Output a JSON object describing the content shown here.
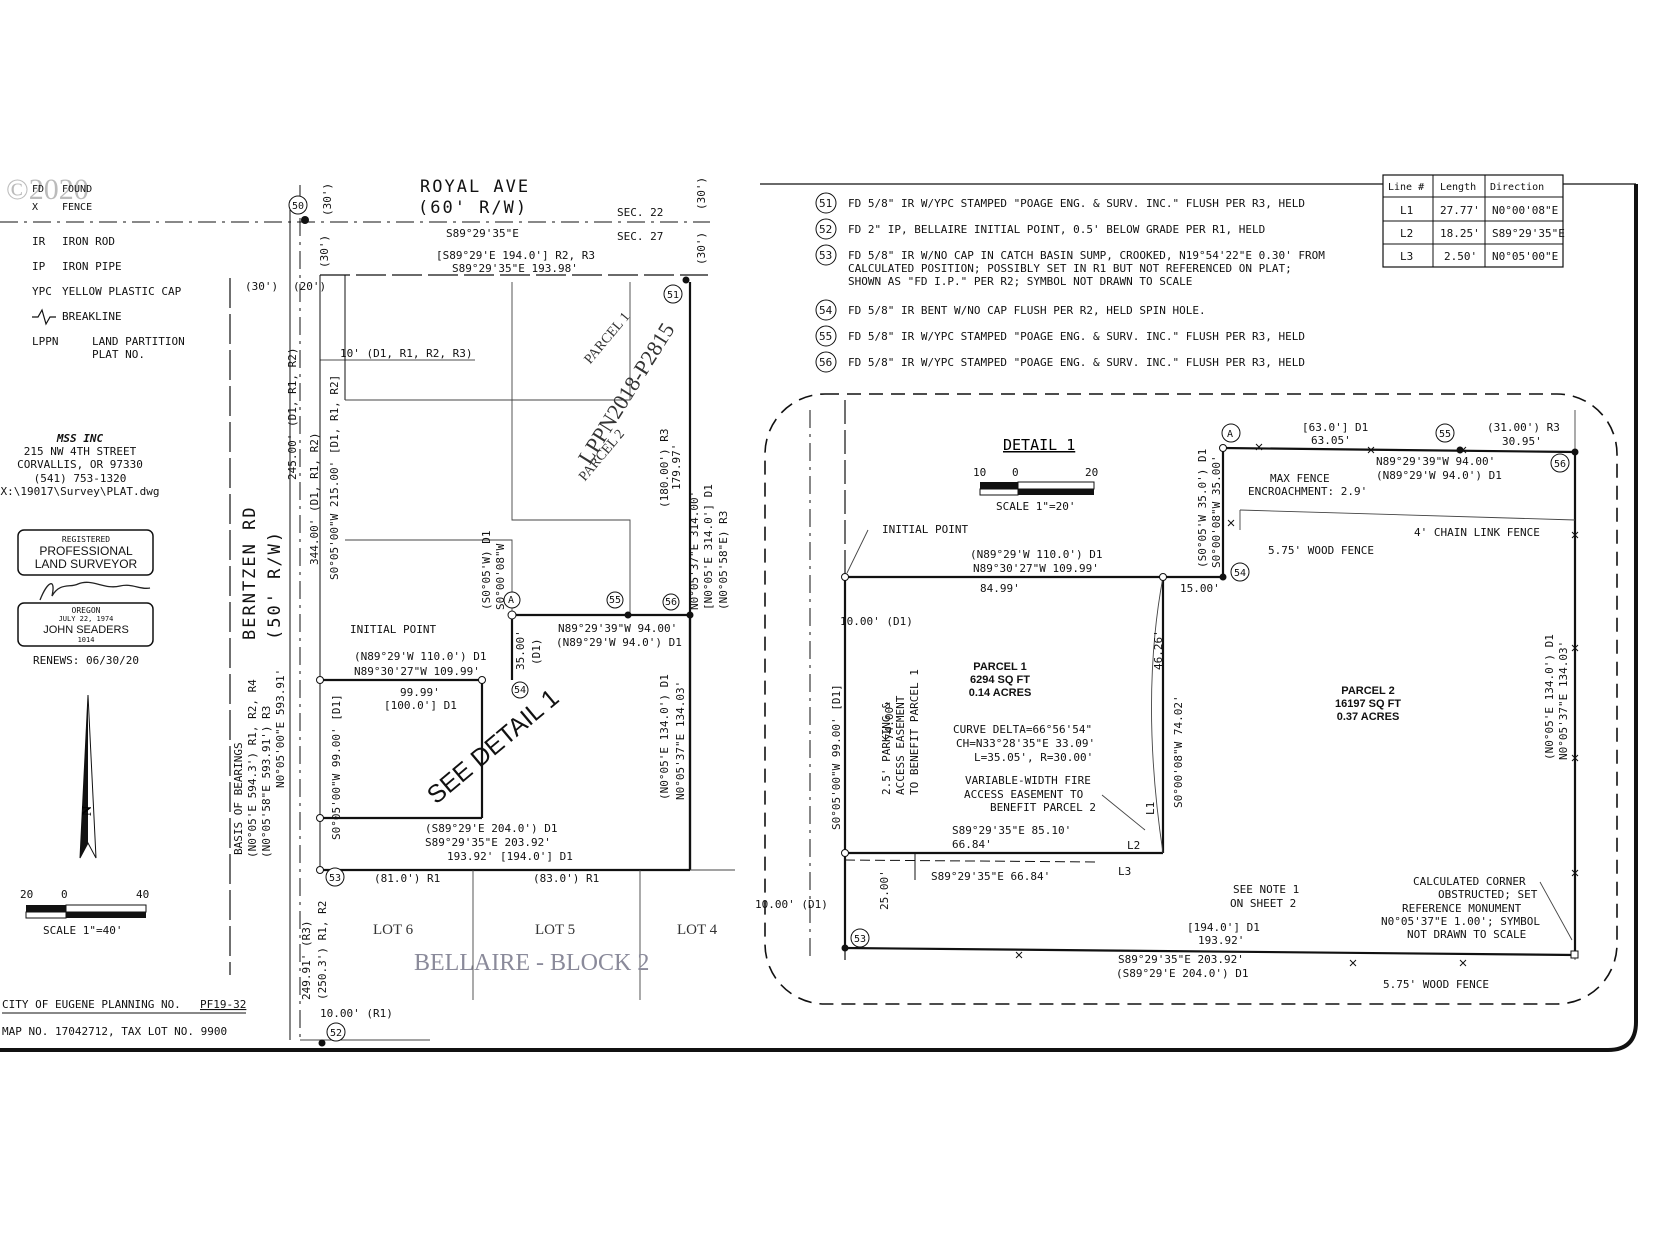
{
  "watermark": "©2020",
  "legend": {
    "items": [
      {
        "abbr": "FD",
        "desc": "FOUND"
      },
      {
        "abbr": "X",
        "desc": "FENCE"
      },
      {
        "abbr": "IR",
        "desc": "IRON ROD"
      },
      {
        "abbr": "IP",
        "desc": "IRON PIPE"
      },
      {
        "abbr": "YPC",
        "desc": "YELLOW PLASTIC CAP"
      },
      {
        "abbr": "",
        "desc": "BREAKLINE"
      },
      {
        "abbr": "LPPN",
        "desc": "LAND PARTITION"
      }
    ],
    "lppn_line2": "PLAT NO."
  },
  "company": {
    "name": "MSS INC",
    "address": "215 NW 4TH STREET",
    "city": "CORVALLIS, OR 97330",
    "phone": "(541) 753-1320",
    "file": "X:\\19017\\Survey\\PLAT.dwg"
  },
  "stamp": {
    "line1": "REGISTERED",
    "line2": "PROFESSIONAL",
    "line3": "LAND SURVEYOR",
    "state": "OREGON",
    "date": "JULY 22, 1974",
    "name": "JOHN SEADERS",
    "number": "1014",
    "renews": "RENEWS: 06/30/20"
  },
  "scale_main": {
    "left": "20",
    "mid": "0",
    "right": "40",
    "label": "SCALE 1\"=40'"
  },
  "footer": {
    "planning_label": "CITY OF EUGENE PLANNING NO.",
    "planning_no": "PF19-32",
    "map": "MAP NO. 17042712, TAX LOT NO. 9900"
  },
  "main_plan": {
    "street_top": "ROYAL AVE",
    "street_top_rw": "(60' R/W)",
    "sec22": "SEC. 22",
    "sec27": "SEC. 27",
    "top_bearing": "S89°29'35\"E",
    "top_record": "[S89°29'E 194.0'] R2, R3",
    "top_measured": "S89°29'35\"E 193.98'",
    "street_left": "BERNTZEN RD",
    "street_left_rw": "(50' R/W)",
    "thirty_a": "(30')",
    "thirty_b": "(30')",
    "thirty_c": "(30')",
    "thirty_d": "(30')",
    "thirty_e": "(30')",
    "twenty": "(20')",
    "ten_offset": "10' (D1, R1, R2, R3)",
    "parcel1": "PARCEL 1",
    "parcel2": "PARCEL 2",
    "lppn": "LPPN2018-P2815",
    "r3_180": "(180.00') R3",
    "v17997": "179.97'",
    "dim245": "245.00' (D1, R1, R2)",
    "dim344": "344.00' (D1, R1, R2)",
    "dim215": "S0°05'00\"W 215.00' [D1, R1, R2]",
    "east_d1": "N0°05'37\"E 314.00'",
    "east_r1": "[N0°05'E 314.0'] D1",
    "east_r3": "(N0°05'58\"E) R3",
    "initial_point": "INITIAL POINT",
    "ip_record": "(N89°29'W 110.0') D1",
    "ip_measured": "N89°30'27\"W 109.99'",
    "dim9999": "99.99'",
    "dim100": "[100.0'] D1",
    "s0_05w": "(S0°05'W) D1",
    "s0_00_08": "S0°00'08\"W",
    "dim35": "35.00'",
    "d1": "(D1)",
    "n89_94": "N89°29'39\"W 94.00'",
    "n89_94r": "(N89°29'W 94.0') D1",
    "east_134r": "(N0°05'E 134.0') D1",
    "east_134m": "N0°05'37\"E 134.03'",
    "see_detail": "SEE DETAIL 1",
    "west_99": "S0°05'00\"W 99.00' [D1]",
    "s89_204r": "(S89°29'E 204.0') D1",
    "s89_20392": "S89°29'35\"E 203.92'",
    "dim19392": "193.92' [194.0'] D1",
    "basis1": "BASIS OF BEARINGS",
    "basis2": "(N0°05'E 594.3') R1, R2, R4",
    "basis3": "(N0°05'58\"E 593.91') R3",
    "basis4": "N0°05'00\"E 593.91'",
    "dim81": "(81.0') R1",
    "dim83": "(83.0') R1",
    "lot6": "LOT 6",
    "lot5": "LOT 5",
    "lot4": "LOT 4",
    "block": "BELLAIRE - BLOCK 2",
    "dim24991": "249.91' (R3)",
    "dim2503": "(250.3') R1, R2",
    "dim10r1": "10.00' (R1)"
  },
  "monuments": [
    {
      "no": "51",
      "text": "FD 5/8\" IR W/YPC STAMPED \"POAGE ENG. & SURV. INC.\" FLUSH PER R3, HELD"
    },
    {
      "no": "52",
      "text": "FD 2\" IP, BELLAIRE INITIAL POINT, 0.5' BELOW GRADE PER R1, HELD"
    },
    {
      "no": "53",
      "text": "FD 5/8\" IR W/NO CAP IN CATCH BASIN SUMP, CROOKED, N19°54'22\"E 0.30' FROM",
      "line2": "CALCULATED POSITION; POSSIBLY SET IN R1 BUT NOT REFERENCED ON PLAT;",
      "line3": "SHOWN AS \"FD I.P.\" PER R2; SYMBOL NOT DRAWN TO SCALE"
    },
    {
      "no": "54",
      "text": "FD 5/8\" IR BENT W/NO CAP FLUSH PER R2, HELD SPIN HOLE."
    },
    {
      "no": "55",
      "text": "FD 5/8\" IR W/YPC STAMPED \"POAGE ENG. & SURV. INC.\" FLUSH PER R3, HELD"
    },
    {
      "no": "56",
      "text": "FD 5/8\" IR W/YPC STAMPED \"POAGE ENG. & SURV. INC.\" FLUSH PER R3, HELD"
    }
  ],
  "line_table": {
    "headers": [
      "Line #",
      "Length",
      "Direction"
    ],
    "rows": [
      [
        "L1",
        "27.77'",
        "N0°00'08\"E"
      ],
      [
        "L2",
        "18.25'",
        "S89°29'35\"E"
      ],
      [
        "L3",
        "2.50'",
        "N0°05'00\"E"
      ]
    ]
  },
  "detail": {
    "title": "DETAIL 1",
    "scale_left": "10",
    "scale_mid": "0",
    "scale_right": "20",
    "scale_label": "SCALE 1\"=20'",
    "dim63": "[63.0'] D1",
    "dim6305": "63.05'",
    "dim3100": "(31.00') R3",
    "dim3095": "30.95'",
    "n89_9400": "N89°29'39\"W 94.00'",
    "n89_940": "(N89°29'W 94.0') D1",
    "max_fence": "MAX FENCE",
    "encroach": "ENCROACHMENT: 2.9'",
    "chain_fence": "4' CHAIN LINK FENCE",
    "wood_fence": "5.75' WOOD FENCE",
    "wood_fence2": "5.75' WOOD FENCE",
    "s0_05w_35": "(S0°05'W 35.0') D1",
    "s0_00_35": "S0°00'08\"W 35.00'",
    "initial_point": "INITIAL POINT",
    "n89_110": "(N89°29'W 110.0') D1",
    "n89_10999": "N89°30'27\"W 109.99'",
    "dim8499": "84.99'",
    "dim1500": "15.00'",
    "dim10d1": "10.00' (D1)",
    "dim10d1b": "10.00' (D1)",
    "parcel1": "PARCEL 1",
    "p1_sqft": "6294 SQ FT",
    "p1_acres": "0.14 ACRES",
    "parcel2": "PARCEL 2",
    "p2_sqft": "16197 SQ FT",
    "p2_acres": "0.37 ACRES",
    "dim4626": "46.26'",
    "s0_00_7402": "S0°00'08\"W 74.02'",
    "dim7400": "74.00'",
    "west_99": "S0°05'00\"W 99.00' [D1]",
    "parking1": "2.5' PARKING &",
    "parking2": "ACCESS EASEMENT",
    "parking3": "TO BENEFIT PARCEL 1",
    "curve1": "CURVE DELTA=66°56'54\"",
    "curve2": "CH=N33°28'35\"E 33.09'",
    "curve3": "L=35.05', R=30.00'",
    "fire1": "VARIABLE-WIDTH FIRE",
    "fire2": "ACCESS EASEMENT TO",
    "fire3": "BENEFIT PARCEL 2",
    "s89_8510": "S89°29'35\"E 85.10'",
    "dim6684": "66.84'",
    "s89_6684": "S89°29'35\"E 66.84'",
    "l1": "L1",
    "l2": "L2",
    "l3": "L3",
    "dim2500": "25.00'",
    "east_134r": "(N0°05'E 134.0') D1",
    "east_134m": "N0°05'37\"E 134.03'",
    "see_note1": "SEE NOTE 1",
    "see_note2": "ON SHEET 2",
    "dim194": "[194.0'] D1",
    "dim19392": "193.92'",
    "s89_20392": "S89°29'35\"E 203.92'",
    "s89_2040": "(S89°29'E 204.0') D1",
    "calc1": "CALCULATED CORNER",
    "calc2": "OBSTRUCTED; SET",
    "calc3": "REFERENCE MONUMENT",
    "calc4": "N0°05'37\"E 1.00'; SYMBOL",
    "calc5": "NOT DRAWN TO SCALE"
  }
}
